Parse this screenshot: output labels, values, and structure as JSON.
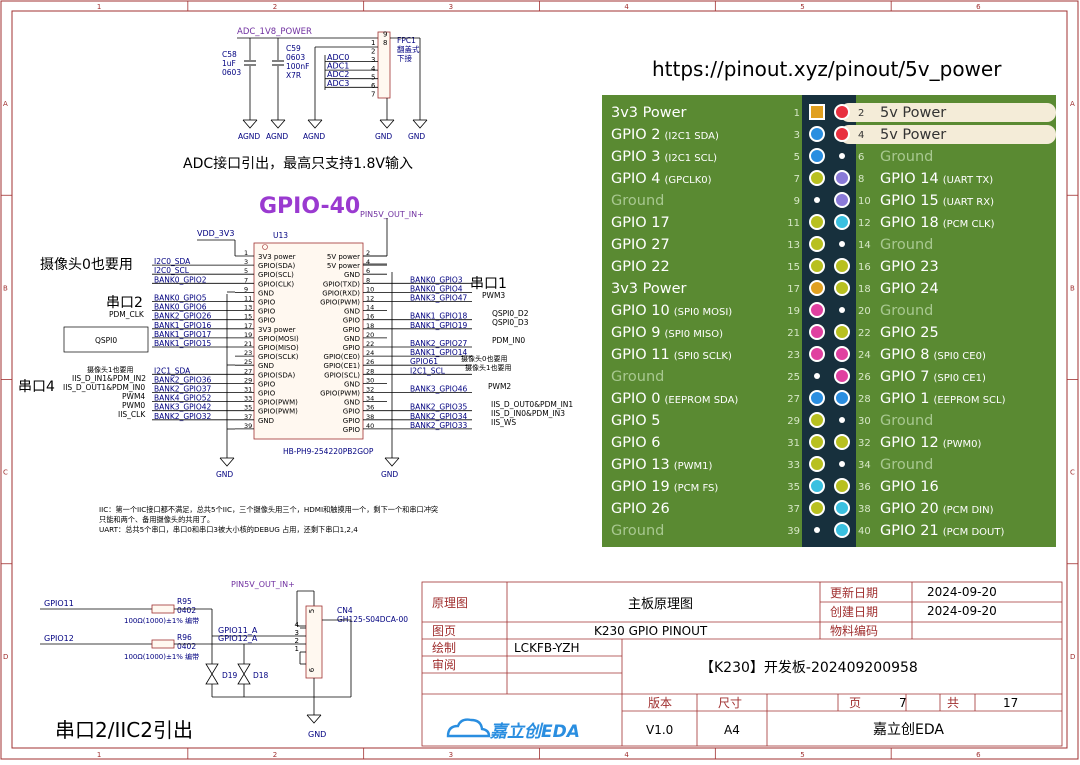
{
  "frame": {
    "cols": [
      "1",
      "2",
      "3",
      "4",
      "5",
      "6"
    ],
    "rows": [
      "A",
      "B",
      "C",
      "D"
    ]
  },
  "adc": {
    "power_net": "ADC_1V8_POWER",
    "c58": {
      "ref": "C58",
      "package": "0603",
      "value": "1uF",
      "package2": "0603"
    },
    "c59": {
      "ref": "C59",
      "package": "0603",
      "value": "100nF",
      "dielectric": "X7R"
    },
    "fpc": {
      "ref": "FPC1",
      "desc1": "翻盖式",
      "desc2": "下接",
      "pins_left": [
        "1",
        "2",
        "3",
        "4",
        "5",
        "6",
        "7"
      ],
      "pins_right": [
        "8",
        "9"
      ]
    },
    "nets": [
      "ADC0",
      "ADC1",
      "ADC2",
      "ADC3"
    ],
    "gnd": [
      "AGND",
      "AGND",
      "AGND",
      "GND",
      "GND"
    ],
    "caption": "ADC接口引出，最高只支持1.8V输入"
  },
  "pinout_url": "https://pinout.xyz/pinout/5v_power",
  "gpio40": {
    "title": "GPIO-40",
    "power_net": "PIN5V_OUT_IN+",
    "vdd": "VDD_3V3",
    "ref": "U13",
    "part": "HB-PH9-254220PB2GOP",
    "left_pin_names": [
      "3V3 power",
      "GPIO(SDA)",
      "GPIO(SCL)",
      "GPIO(CLK)",
      "GND",
      "GPIO",
      "GPIO",
      "GPIO",
      "3V3 power",
      "GPIO(MOSI)",
      "GPIO(MISO)",
      "GPIO(SCLK)",
      "GND",
      "GPIO(SDA)",
      "GPIO",
      "GPIO",
      "GPIO(PWM)",
      "GPIO(PWM)",
      "GND"
    ],
    "left_pin_nums": [
      "1",
      "3",
      "5",
      "7",
      "9",
      "11",
      "13",
      "15",
      "17",
      "19",
      "21",
      "23",
      "25",
      "27",
      "29",
      "31",
      "33",
      "35",
      "37",
      "39"
    ],
    "right_pin_names": [
      "5V power",
      "5V power",
      "GND",
      "GPIO(TXD)",
      "GPIO(RXD)",
      "GPIO(PWM)",
      "GND",
      "GPIO",
      "GPIO",
      "GND",
      "GPIO",
      "GPIO(CE0)",
      "GPIO(CE1)",
      "GPIO(SCL)",
      "GND",
      "GPIO(PWM)",
      "GND",
      "GPIO",
      "GPIO",
      "GPIO"
    ],
    "right_pin_nums": [
      "2",
      "4",
      "6",
      "8",
      "10",
      "12",
      "14",
      "16",
      "18",
      "20",
      "22",
      "24",
      "26",
      "28",
      "30",
      "32",
      "34",
      "36",
      "38",
      "40"
    ],
    "left_nets": [
      {
        "pin": 1,
        "net": ""
      },
      {
        "pin": 3,
        "net": "I2C0_SDA"
      },
      {
        "pin": 5,
        "net": "I2C0_SCL"
      },
      {
        "pin": 7,
        "net": "BANK0_GPIO2"
      },
      {
        "pin": 11,
        "net": "BANK0_GPIO5"
      },
      {
        "pin": 13,
        "net": "BANK0_GPIO6"
      },
      {
        "pin": 15,
        "net": "BANK2_GPIO26"
      },
      {
        "pin": 17,
        "net": "BANK1_GPIO16"
      },
      {
        "pin": 19,
        "net": "BANK1_GPIO17"
      },
      {
        "pin": 21,
        "net": "BANK1_GPIO15"
      },
      {
        "pin": 27,
        "net": "I2C1_SDA"
      },
      {
        "pin": 29,
        "net": "BANK2_GPIO36"
      },
      {
        "pin": 31,
        "net": "BANK2_GPIO37"
      },
      {
        "pin": 33,
        "net": "BANK4_GPIO52"
      },
      {
        "pin": 35,
        "net": "BANK3_GPIO42"
      },
      {
        "pin": 37,
        "net": "BANK2_GPIO32"
      }
    ],
    "right_nets": [
      {
        "pin": 8,
        "net": "BANK0_GPIO3"
      },
      {
        "pin": 10,
        "net": "BANK0_GPIO4"
      },
      {
        "pin": 12,
        "net": "BANK3_GPIO47"
      },
      {
        "pin": 16,
        "net": "BANK1_GPIO18"
      },
      {
        "pin": 18,
        "net": "BANK1_GPIO19"
      },
      {
        "pin": 22,
        "net": "BANK2_GPIO27"
      },
      {
        "pin": 24,
        "net": "BANK1_GPIO14"
      },
      {
        "pin": 26,
        "net": "GPIO61"
      },
      {
        "pin": 28,
        "net": "I2C1_SCL"
      },
      {
        "pin": 32,
        "net": "BANK3_GPIO46"
      },
      {
        "pin": 36,
        "net": "BANK2_GPIO35"
      },
      {
        "pin": 38,
        "net": "BANK2_GPIO34"
      },
      {
        "pin": 40,
        "net": "BANK2_GPIO33"
      }
    ],
    "notes": {
      "camera0": "摄像头0也要用",
      "serial1": "串口1",
      "serial2": "串口2",
      "serial4": "串口4",
      "pdm_clk": "PDM_CLK",
      "qspi0": "QSPI0",
      "cam1_also": "摄像头1也要用",
      "iis_din1": "IIS_D_IN1&PDM_IN2",
      "iis_dout1": "IIS_D_OUT1&PDM_IN0",
      "pwm4": "PWM4",
      "pwm0": "PWM0",
      "iis_clk": "IIS_CLK",
      "pwm3": "PWM3",
      "qspi0_d2": "QSPI0_D2",
      "qspi0_d3": "QSPI0_D3",
      "pdm_in0": "PDM_IN0",
      "cam0_also": "摄像头0也要用",
      "cam1_also_r": "摄像头1也要用",
      "pwm2": "PWM2",
      "iis_dout0": "IIS_D_OUT0&PDM_IN1",
      "iis_din0": "IIS_D_IN0&PDM_IN3",
      "iis_ws": "IIS_WS"
    },
    "gnd": [
      "GND",
      "GND"
    ],
    "footnote1": "IIC：第一个IIC接口都不满足，总共5个IIC，三个摄像头用三个，HDMI和触摸用一个，剩下一个和串口冲突",
    "footnote2": "只能和两个、备用摄像头的共用了。",
    "footnote3": "UART：总共5个串口，串口0和串口3被大小核的DEBUG 占用，还剩下串口1,2,4"
  },
  "header_table": {
    "rows": [
      {
        "left": "3v3 Power",
        "lnum": "1",
        "rnum": "2",
        "right": "5v Power",
        "lcolor": "#e0a020",
        "rcolor": "#e83040",
        "rhl": true,
        "ldim": false,
        "rdim": false
      },
      {
        "left": "GPIO 2",
        "lsub": "(I2C1 SDA)",
        "lnum": "3",
        "rnum": "4",
        "right": "5v Power",
        "lcolor": "#2a8ee0",
        "rcolor": "#e83040",
        "rhl": true,
        "ldim": false,
        "rdim": false
      },
      {
        "left": "GPIO 3",
        "lsub": "(I2C1 SCL)",
        "lnum": "5",
        "rnum": "6",
        "right": "Ground",
        "lcolor": "#2a8ee0",
        "rcolor": "#ffffff",
        "ldim": false,
        "rdim": true
      },
      {
        "left": "GPIO 4",
        "lsub": "(GPCLK0)",
        "lnum": "7",
        "rnum": "8",
        "right": "GPIO 14",
        "rsub": "(UART TX)",
        "lcolor": "#b8c020",
        "rcolor": "#8a7ad8",
        "ldim": false,
        "rdim": false
      },
      {
        "left": "Ground",
        "lnum": "9",
        "rnum": "10",
        "right": "GPIO 15",
        "rsub": "(UART RX)",
        "lcolor": "#ffffff",
        "rcolor": "#8a7ad8",
        "ldim": true,
        "rdim": false
      },
      {
        "left": "GPIO 17",
        "lnum": "11",
        "rnum": "12",
        "right": "GPIO 18",
        "rsub": "(PCM CLK)",
        "lcolor": "#b8c020",
        "rcolor": "#3ac0e0",
        "ldim": false,
        "rdim": false
      },
      {
        "left": "GPIO 27",
        "lnum": "13",
        "rnum": "14",
        "right": "Ground",
        "lcolor": "#b8c020",
        "rcolor": "#ffffff",
        "ldim": false,
        "rdim": true
      },
      {
        "left": "GPIO 22",
        "lnum": "15",
        "rnum": "16",
        "right": "GPIO 23",
        "lcolor": "#b8c020",
        "rcolor": "#b8c020",
        "ldim": false,
        "rdim": false
      },
      {
        "left": "3v3 Power",
        "lnum": "17",
        "rnum": "18",
        "right": "GPIO 24",
        "lcolor": "#e0a020",
        "rcolor": "#b8c020",
        "ldim": false,
        "rdim": false
      },
      {
        "left": "GPIO 10",
        "lsub": "(SPI0 MOSI)",
        "lnum": "19",
        "rnum": "20",
        "right": "Ground",
        "lcolor": "#e040a0",
        "rcolor": "#ffffff",
        "ldim": false,
        "rdim": true
      },
      {
        "left": "GPIO 9",
        "lsub": "(SPI0 MISO)",
        "lnum": "21",
        "rnum": "22",
        "right": "GPIO 25",
        "lcolor": "#e040a0",
        "rcolor": "#b8c020",
        "ldim": false,
        "rdim": false
      },
      {
        "left": "GPIO 11",
        "lsub": "(SPI0 SCLK)",
        "lnum": "23",
        "rnum": "24",
        "right": "GPIO 8",
        "rsub": "(SPI0 CE0)",
        "lcolor": "#e040a0",
        "rcolor": "#e040a0",
        "ldim": false,
        "rdim": false
      },
      {
        "left": "Ground",
        "lnum": "25",
        "rnum": "26",
        "right": "GPIO 7",
        "rsub": "(SPI0 CE1)",
        "lcolor": "#ffffff",
        "rcolor": "#e040a0",
        "ldim": true,
        "rdim": false
      },
      {
        "left": "GPIO 0",
        "lsub": "(EEPROM SDA)",
        "lnum": "27",
        "rnum": "28",
        "right": "GPIO 1",
        "rsub": "(EEPROM SCL)",
        "lcolor": "#2a8ee0",
        "rcolor": "#2a8ee0",
        "ldim": false,
        "rdim": false
      },
      {
        "left": "GPIO 5",
        "lnum": "29",
        "rnum": "30",
        "right": "Ground",
        "lcolor": "#b8c020",
        "rcolor": "#ffffff",
        "ldim": false,
        "rdim": true
      },
      {
        "left": "GPIO 6",
        "lnum": "31",
        "rnum": "32",
        "right": "GPIO 12",
        "rsub": "(PWM0)",
        "lcolor": "#b8c020",
        "rcolor": "#b8c020",
        "ldim": false,
        "rdim": false
      },
      {
        "left": "GPIO 13",
        "lsub": "(PWM1)",
        "lnum": "33",
        "rnum": "34",
        "right": "Ground",
        "lcolor": "#b8c020",
        "rcolor": "#ffffff",
        "ldim": false,
        "rdim": true
      },
      {
        "left": "GPIO 19",
        "lsub": "(PCM FS)",
        "lnum": "35",
        "rnum": "36",
        "right": "GPIO 16",
        "lcolor": "#3ac0e0",
        "rcolor": "#b8c020",
        "ldim": false,
        "rdim": false
      },
      {
        "left": "GPIO 26",
        "lnum": "37",
        "rnum": "38",
        "right": "GPIO 20",
        "rsub": "(PCM DIN)",
        "lcolor": "#b8c020",
        "rcolor": "#3ac0e0",
        "ldim": false,
        "rdim": false
      },
      {
        "left": "Ground",
        "lnum": "39",
        "rnum": "40",
        "right": "GPIO 21",
        "rsub": "(PCM DOUT)",
        "lcolor": "#ffffff",
        "rcolor": "#3ac0e0",
        "ldim": true,
        "rdim": false
      }
    ]
  },
  "uart2": {
    "power_net": "PIN5V_OUT_IN+",
    "gpio11": "GPIO11",
    "gpio12": "GPIO12",
    "r95": {
      "ref": "R95",
      "pkg": "0402",
      "value": "100Ω(1000)±1% 编带"
    },
    "r96": {
      "ref": "R96",
      "pkg": "0402",
      "value": "100Ω(1000)±1% 编带"
    },
    "gpio11a": "GPIO11_A",
    "gpio12a": "GPIO12_A",
    "cn4": {
      "ref": "CN4",
      "part": "GH125-S04DCA-00",
      "pins": [
        "4",
        "3",
        "2",
        "1"
      ],
      "mount": [
        "5",
        "6"
      ]
    },
    "d19": "D19",
    "d18": "D18",
    "gnd": "GND",
    "caption": "串口2/IIC2引出"
  },
  "titleblock": {
    "label_schematic": "原理图",
    "title": "主板原理图",
    "label_update": "更新日期",
    "update_date": "2024-09-20",
    "label_create": "创建日期",
    "create_date": "2024-09-20",
    "label_page": "图页",
    "page_name": "K230 GPIO PINOUT",
    "label_material": "物料编码",
    "label_drawn": "绘制",
    "drawn_by": "LCKFB-YZH",
    "label_review": "审阅",
    "project": "【K230】开发板-202409200958",
    "label_version": "版本",
    "label_size": "尺寸",
    "label_sheet": "页",
    "sheet_num": "7",
    "label_total": "共",
    "total": "17",
    "version": "V1.0",
    "size": "A4",
    "logo_text": "嘉立创EDA",
    "company": "嘉立创EDA"
  }
}
